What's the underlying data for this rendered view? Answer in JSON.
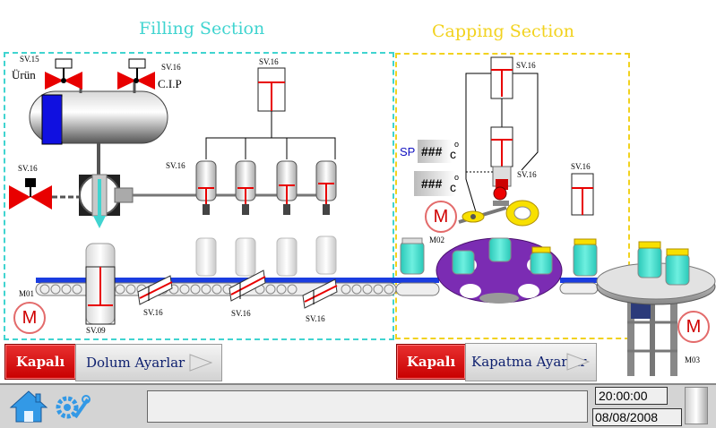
{
  "sections": {
    "filling_title": "Filling Section",
    "capping_title": "Capping Section"
  },
  "colors": {
    "filling_accent": "#40d4d0",
    "capping_accent": "#f2d21e",
    "valve_red": "#e80000",
    "conveyor_blue": "#1a3de0",
    "status_red": "#d30000"
  },
  "valves": {
    "sv15": "SV.15",
    "sv16_cip": "SV.16",
    "urun": "Ürün",
    "cip": "C.I.P",
    "sv16_left": "SV.16",
    "sv16_top_cyl": "SV.16",
    "sv16_nozzles": "SV.16",
    "sv09": "SV.09",
    "sv16_gate1": "SV.16",
    "sv16_gate2": "SV.16",
    "sv16_gate3": "SV.16",
    "sv16_cap_top": "SV.16",
    "sv16_cap_mid": "SV.16",
    "sv16_cap_right": "SV.16"
  },
  "setpoint": {
    "sp_label": "SP",
    "sp_value": "###",
    "pv_value": "###",
    "unit_symbol": "c",
    "degree": "o"
  },
  "motors": {
    "m01_label": "M01",
    "m02_label": "M02",
    "m03_label": "M03",
    "glyph": "M"
  },
  "buttons": {
    "filling_status": "Kapalı",
    "filling_settings": "Dolum Ayarlar",
    "capping_status": "Kapalı",
    "capping_settings": "Kapatma Ayarlar"
  },
  "footer": {
    "time": "20:00:00",
    "date": "08/08/2008",
    "home_icon": "home-icon",
    "settings_icon": "settings-tools-icon",
    "message": ""
  }
}
